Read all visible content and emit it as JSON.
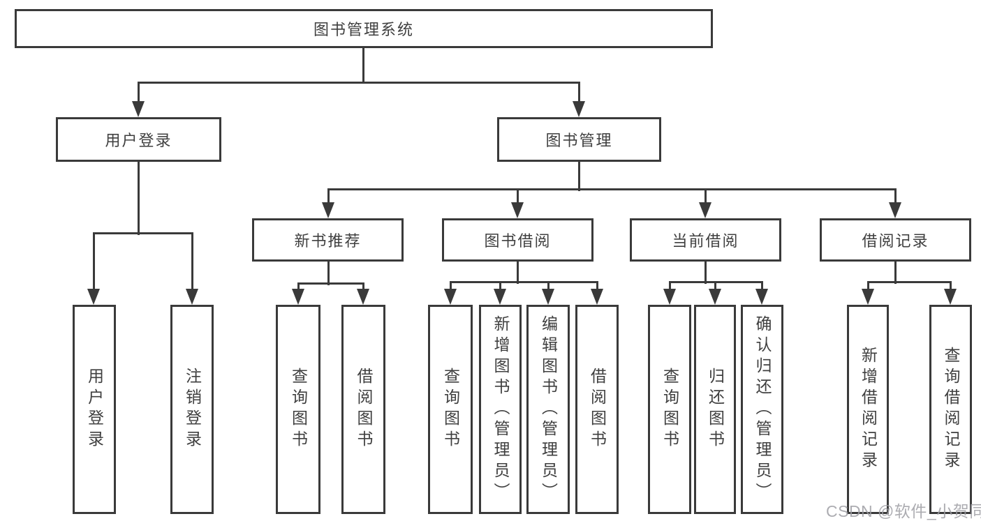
{
  "diagram_title": "图书管理系统",
  "colors": {
    "line": "#3a3a3a",
    "box_border": "#3a3a3a",
    "box_background": "#ffffff",
    "text": "#3f3f3f",
    "watermark": "#9e9ea3",
    "background": "#ffffff"
  },
  "tree": {
    "label": "图书管理系统",
    "children": [
      {
        "label": "用户登录",
        "children": [
          {
            "label": "用户登录"
          },
          {
            "label": "注销登录"
          }
        ]
      },
      {
        "label": "图书管理",
        "children": [
          {
            "label": "新书推荐",
            "children": [
              {
                "label": "查询图书"
              },
              {
                "label": "借阅图书"
              }
            ]
          },
          {
            "label": "图书借阅",
            "children": [
              {
                "label": "查询图书"
              },
              {
                "label": "新增图书（管理员）"
              },
              {
                "label": "编辑图书（管理员）"
              },
              {
                "label": "借阅图书"
              }
            ]
          },
          {
            "label": "当前借阅",
            "children": [
              {
                "label": "查询图书"
              },
              {
                "label": "归还图书"
              },
              {
                "label": "确认归还（管理员）"
              }
            ]
          },
          {
            "label": "借阅记录",
            "children": [
              {
                "label": "新增借阅记录"
              },
              {
                "label": "查询借阅记录"
              }
            ]
          }
        ]
      }
    ]
  },
  "watermark": {
    "text": "CSDN @软件_小贺同学"
  }
}
